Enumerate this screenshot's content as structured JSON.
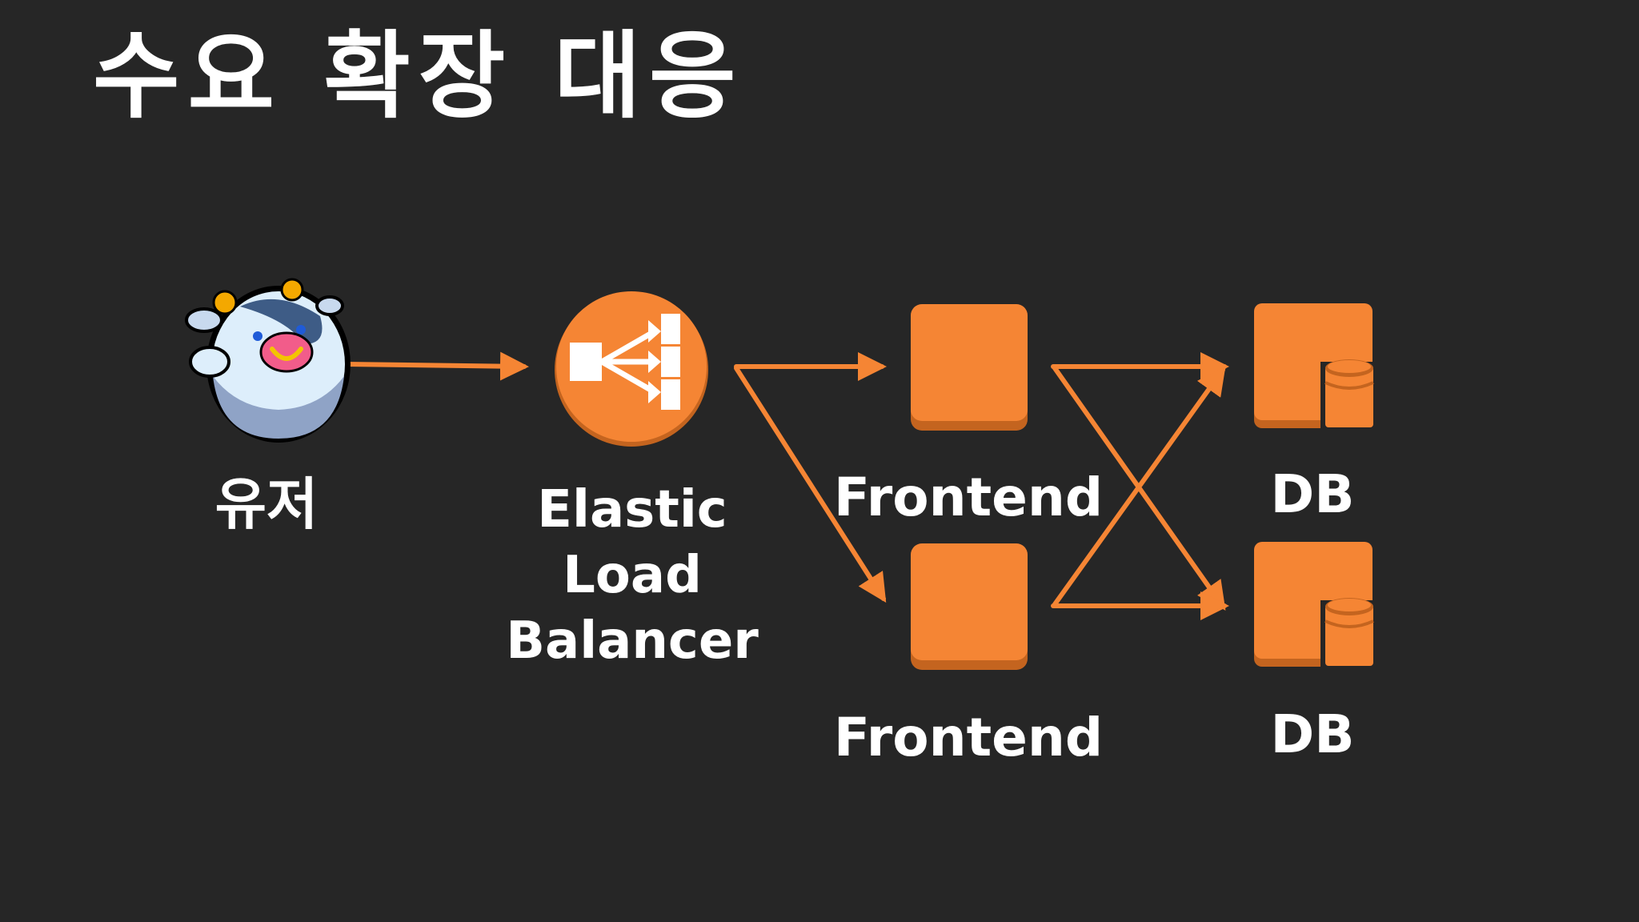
{
  "title": "수요 확장 대응",
  "nodes": {
    "user": {
      "label": "유저",
      "icon": "cow-mascot-icon"
    },
    "elb": {
      "label": "Elastic Load Balancer",
      "icon": "load-balancer-icon"
    },
    "frontend_1": {
      "label": "Frontend",
      "icon": "server-instance-icon"
    },
    "frontend_2": {
      "label": "Frontend",
      "icon": "server-instance-icon"
    },
    "db_1": {
      "label": "DB",
      "icon": "database-icon"
    },
    "db_2": {
      "label": "DB",
      "icon": "database-icon"
    }
  },
  "edges": [
    {
      "from": "user",
      "to": "elb"
    },
    {
      "from": "elb",
      "to": "frontend_1"
    },
    {
      "from": "elb",
      "to": "frontend_2"
    },
    {
      "from": "frontend_1",
      "to": "db_1"
    },
    {
      "from": "frontend_1",
      "to": "db_2"
    },
    {
      "from": "frontend_2",
      "to": "db_1"
    },
    {
      "from": "frontend_2",
      "to": "db_2"
    }
  ],
  "colors": {
    "background": "#262626",
    "accent": "#F58534",
    "accent_dark": "#C4641F",
    "text": "#FFFFFF"
  }
}
